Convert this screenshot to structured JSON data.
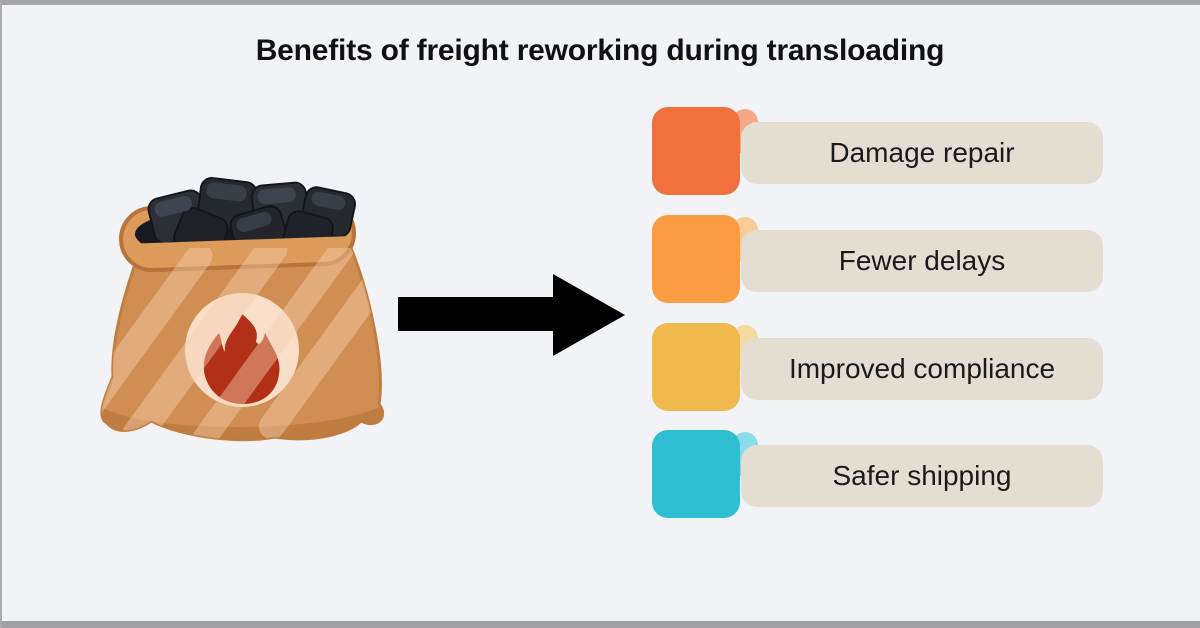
{
  "title": "Benefits of freight reworking during transloading",
  "benefits": [
    {
      "label": "Damage repair",
      "color": "#f0713e",
      "tab_color": "#f5a788"
    },
    {
      "label": "Fewer delays",
      "color": "#fb9b42",
      "tab_color": "#fcca96"
    },
    {
      "label": "Improved compliance",
      "color": "#efb94d",
      "tab_color": "#f4d9a0"
    },
    {
      "label": "Safer shipping",
      "color": "#2fbfd2",
      "tab_color": "#8adce8"
    }
  ],
  "arrow": {
    "name": "right-arrow",
    "color": "#000000"
  },
  "illustration": {
    "name": "coal-bag-with-flame-label",
    "bag_color": "#d18e52",
    "bag_outline_color": "#c17e41",
    "bag_shadow_color": "#bd7a3e",
    "bag_highlight_color": "#f3cfae",
    "rim_color": "#dc9b5b",
    "rim_outline_color": "#b8723a",
    "coal_base_color": "#1a1b20",
    "coal_lump_color": "#2c2f36",
    "label_circle_color": "#f9dfca",
    "flame_color": "#b23018"
  },
  "theme": {
    "background": "#f2f3f6",
    "frame_color": "#a5a5a8",
    "bar_color": "#e3ddd2",
    "text_color": "#1a1a1a",
    "title_color": "#111111"
  }
}
